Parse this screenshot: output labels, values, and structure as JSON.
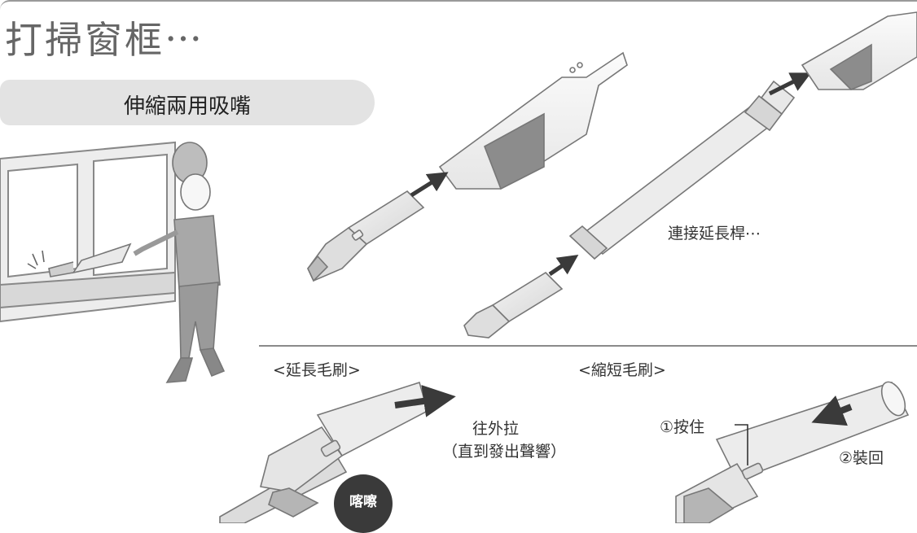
{
  "page": {
    "title": "打掃窗框⋯",
    "section_label": "伸縮兩用吸嘴"
  },
  "captions": {
    "connect_rod": "連接延長桿⋯",
    "extend_brush": "<延長毛刷>",
    "retract_brush": "<縮短毛刷>",
    "pull_out": "往外拉",
    "until_click": "（直到發出聲響）",
    "click_sound": "喀嚓",
    "press_hold": "①按住",
    "push_back": "②裝回"
  },
  "colors": {
    "line_gray": "#8a8a8a",
    "badge_bg": "#e3e3e3",
    "arrow": "#3a3a3a"
  }
}
